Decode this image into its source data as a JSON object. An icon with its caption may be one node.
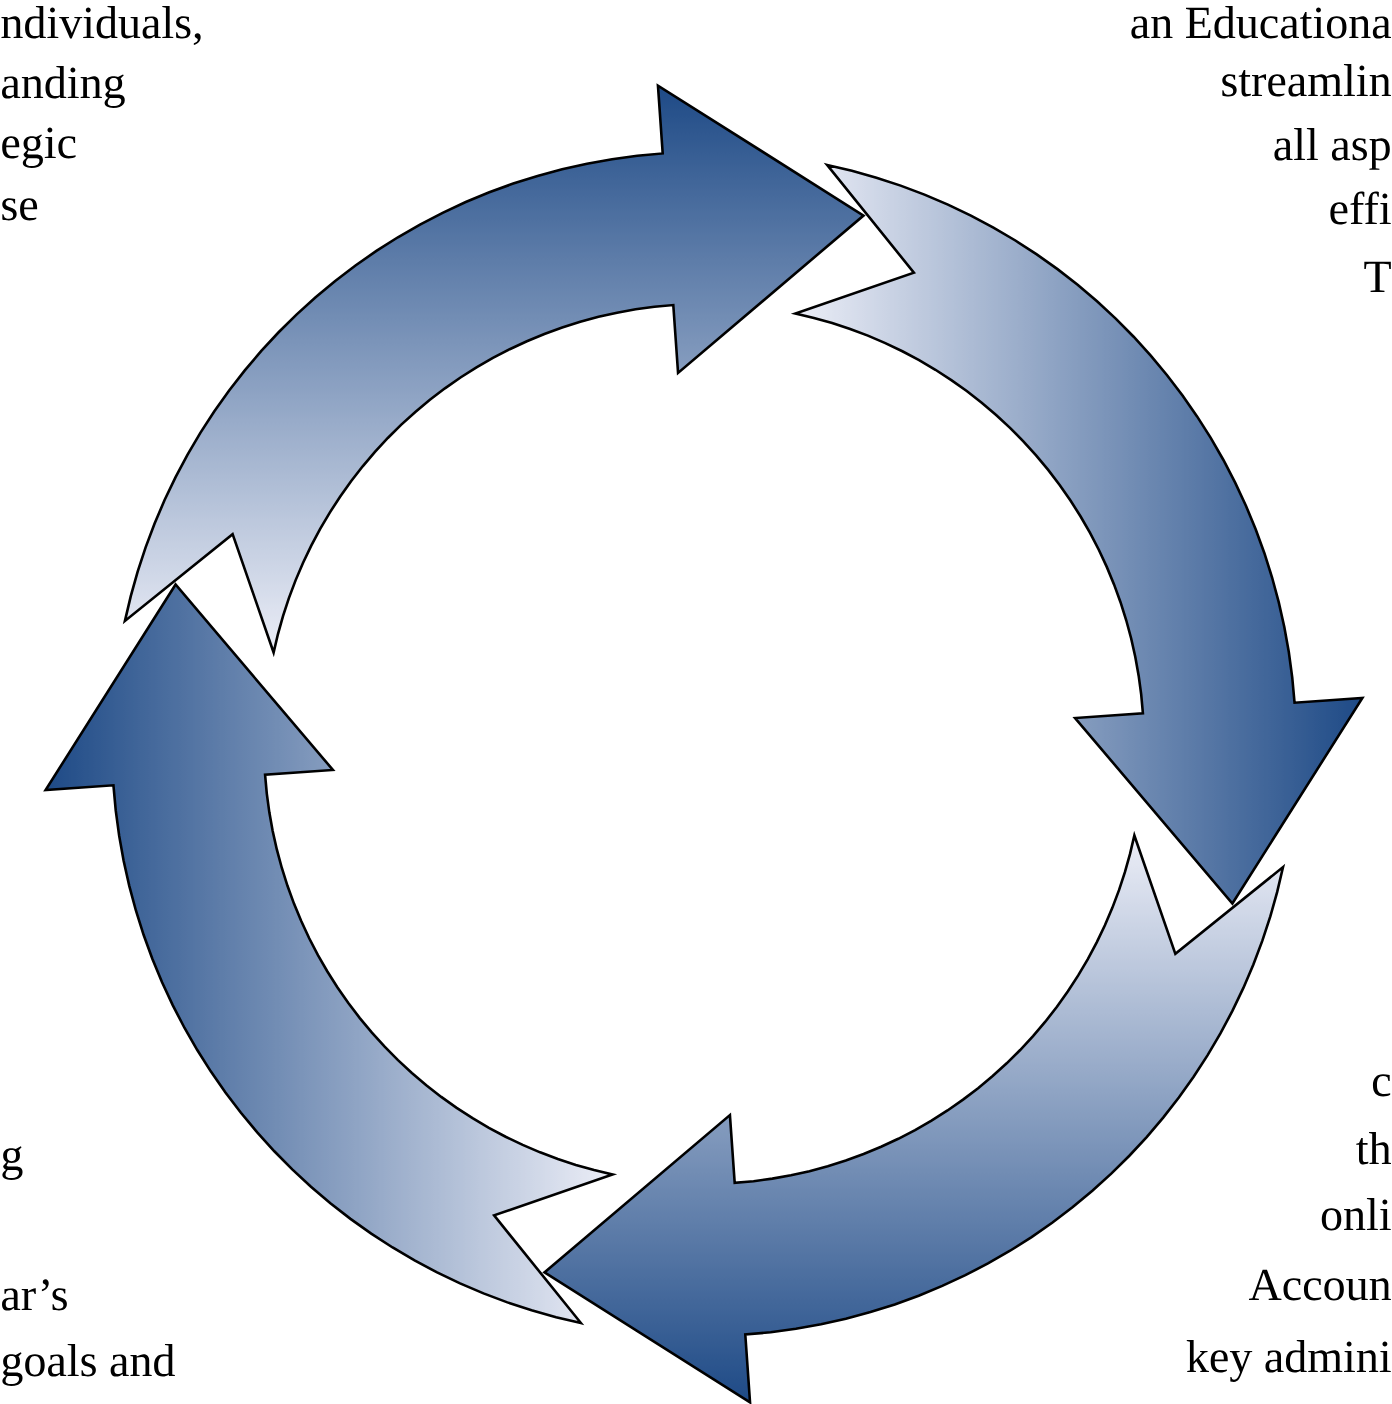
{
  "diagram": {
    "labels": [
      "ndividuals,",
      "anding",
      "egic",
      "se",
      "an Educationa",
      "streamlin",
      "all asp",
      "effi",
      "T",
      "c",
      "th",
      "onli",
      "Accoun",
      "key admini",
      "g",
      "ar’s",
      "goals and"
    ]
  }
}
